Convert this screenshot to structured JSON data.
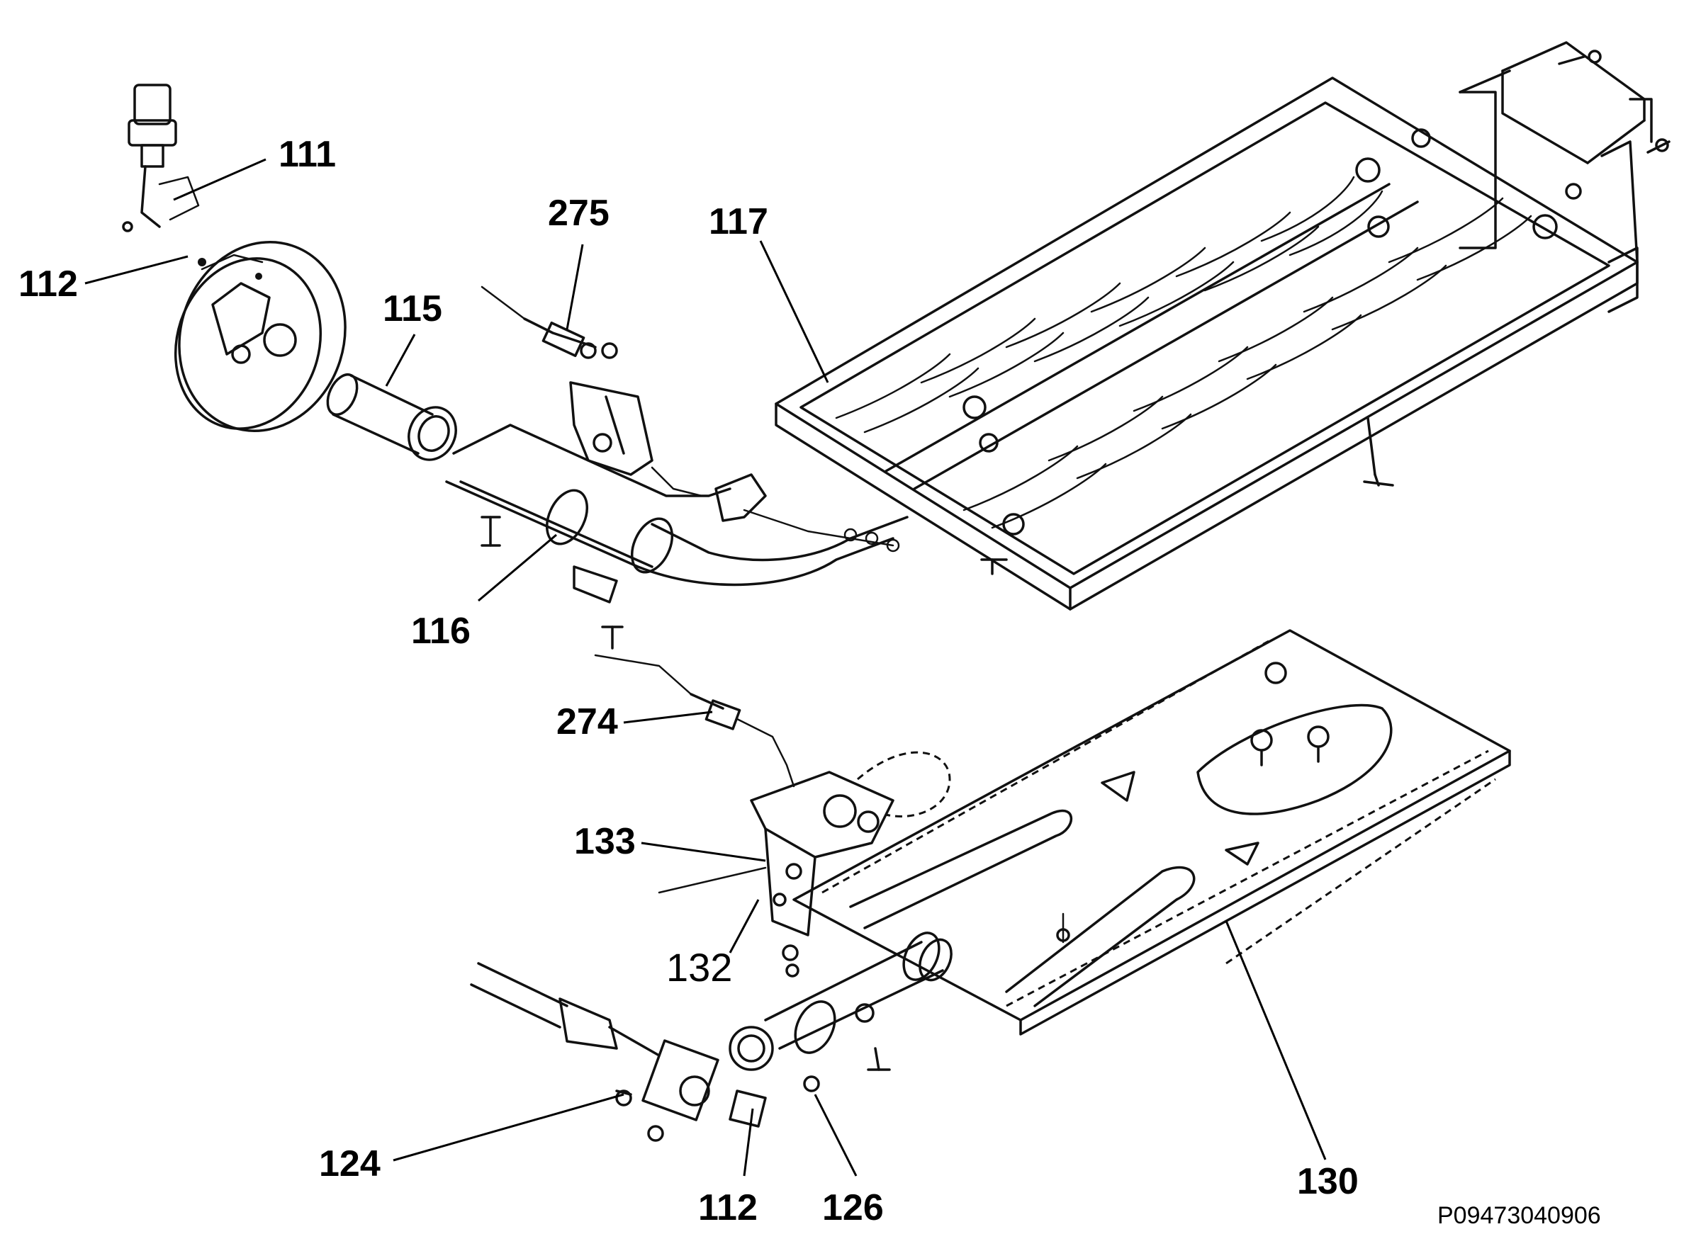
{
  "drawing": {
    "reference_code": "P09473040906",
    "callouts": {
      "c111": "111",
      "c112_top": "112",
      "c115": "115",
      "c275": "275",
      "c117": "117",
      "c116": "116",
      "c274": "274",
      "c133": "133",
      "c132": "132",
      "c124": "124",
      "c112_bottom": "112",
      "c126": "126",
      "c130": "130"
    }
  }
}
